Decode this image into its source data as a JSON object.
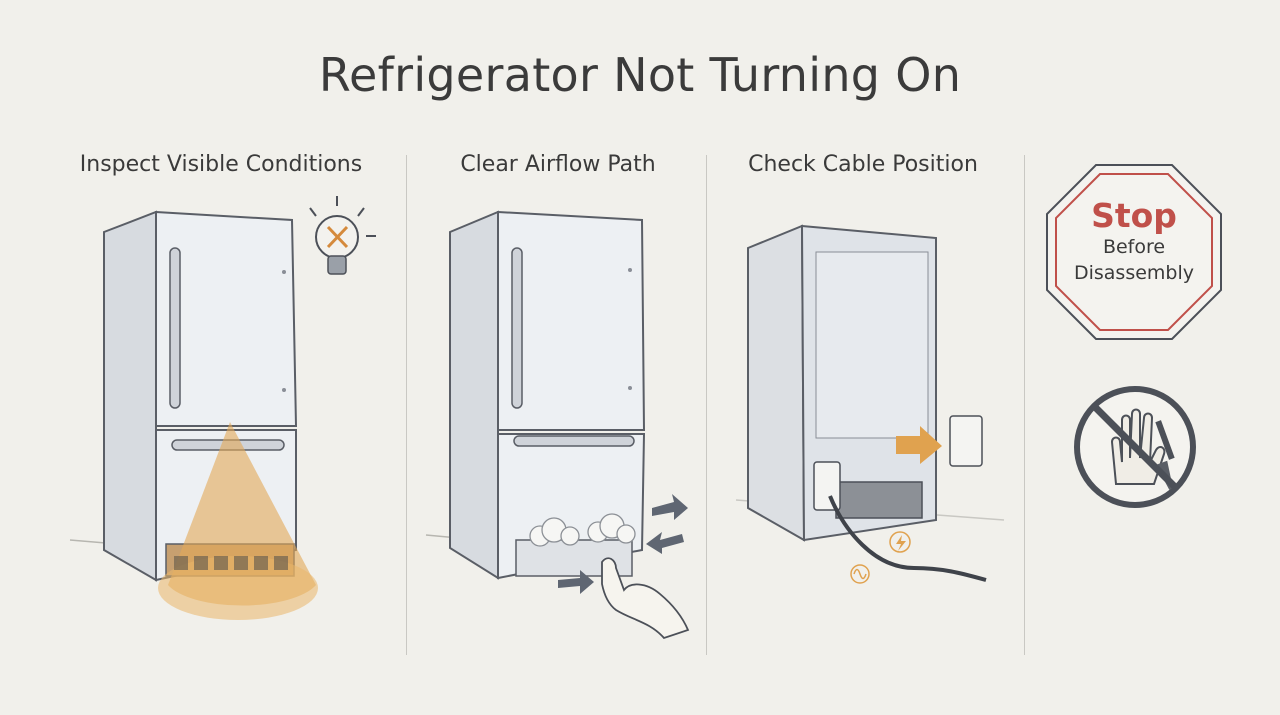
{
  "title": "Refrigerator Not Turning On",
  "panels": [
    {
      "label": "Inspect Visible Conditions"
    },
    {
      "label": "Clear Airflow Path"
    },
    {
      "label": "Check Cable Position"
    }
  ],
  "warning": {
    "stop": "Stop",
    "line1": "Before",
    "line2": "Disassembly"
  },
  "colors": {
    "background": "#f1f0eb",
    "fridge": "#e6e9ed",
    "accent_orange": "#e0a24f",
    "stop_red": "#c0504a",
    "arrow_gray": "#5f6672"
  },
  "icons": [
    "lightbulb-x-icon",
    "airflow-arrow-icon",
    "power-outlet-icon",
    "lightning-icon",
    "ac-wave-icon",
    "no-hand-tool-icon",
    "stop-sign-icon"
  ]
}
